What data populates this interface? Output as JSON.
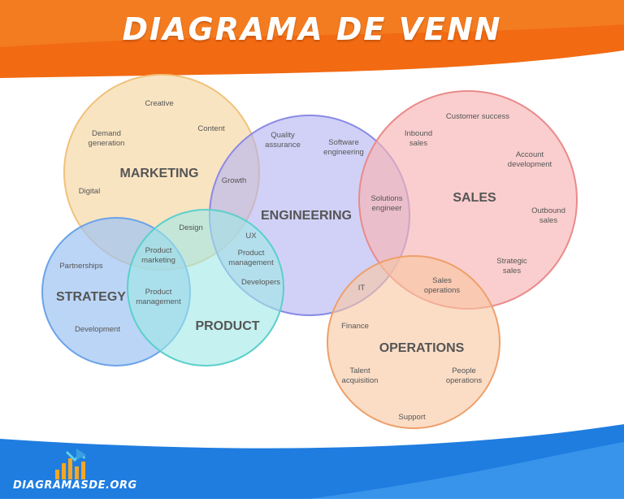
{
  "title": "DIAGRAMA DE VENN",
  "site": "DIAGRAMASDE.ORG",
  "colors": {
    "header": "#f26a12",
    "footer": "#1f7de0",
    "marketing": "#f7d9a8",
    "engineering": "#b3b3f2",
    "sales": "#f7b4b4",
    "operations": "#f8c6a0",
    "strategy": "#9ec3f2",
    "product": "#9ee8e6"
  },
  "sets": {
    "marketing": "MARKETING",
    "engineering": "ENGINEERING",
    "sales": "SALES",
    "operations": "OPERATIONS",
    "strategy": "STRATEGY",
    "product": "PRODUCT"
  },
  "items": {
    "creative": "Creative",
    "demand_1": "Demand",
    "demand_2": "generation",
    "content": "Content",
    "digital": "Digital",
    "growth": "Growth",
    "design": "Design",
    "qa_1": "Quality",
    "qa_2": "assurance",
    "se_1": "Software",
    "se_2": "engineering",
    "ux": "UX",
    "pm_eng_1": "Product",
    "pm_eng_2": "management",
    "developers": "Developers",
    "sol_1": "Solutions",
    "sol_2": "engineer",
    "customer_success": "Customer success",
    "inbound_1": "Inbound",
    "inbound_2": "sales",
    "account_1": "Account",
    "account_2": "development",
    "outbound_1": "Outbound",
    "outbound_2": "sales",
    "strategic_1": "Strategic",
    "strategic_2": "sales",
    "salesops_1": "Sales",
    "salesops_2": "operations",
    "it": "IT",
    "finance": "Finance",
    "talent_1": "Talent",
    "talent_2": "acquisition",
    "people_1": "People",
    "people_2": "operations",
    "support": "Support",
    "partnerships": "Partnerships",
    "development": "Development",
    "pmk_1": "Product",
    "pmk_2": "marketing",
    "pm_1": "Product",
    "pm_2": "management"
  }
}
